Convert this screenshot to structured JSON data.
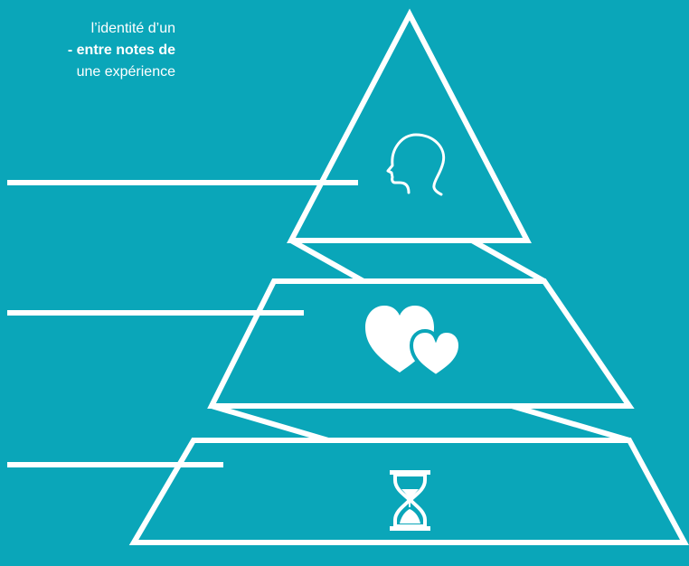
{
  "intro": {
    "line1": "l’identité d’un",
    "line2_bold": "entre notes de",
    "line3": "une expérience"
  },
  "icons": {
    "top_level": "head-profile-icon",
    "middle_level": "two-hearts-icon",
    "bottom_level": "hourglass-icon"
  },
  "colors": {
    "background": "#0aa6b9",
    "foreground": "#ffffff"
  }
}
